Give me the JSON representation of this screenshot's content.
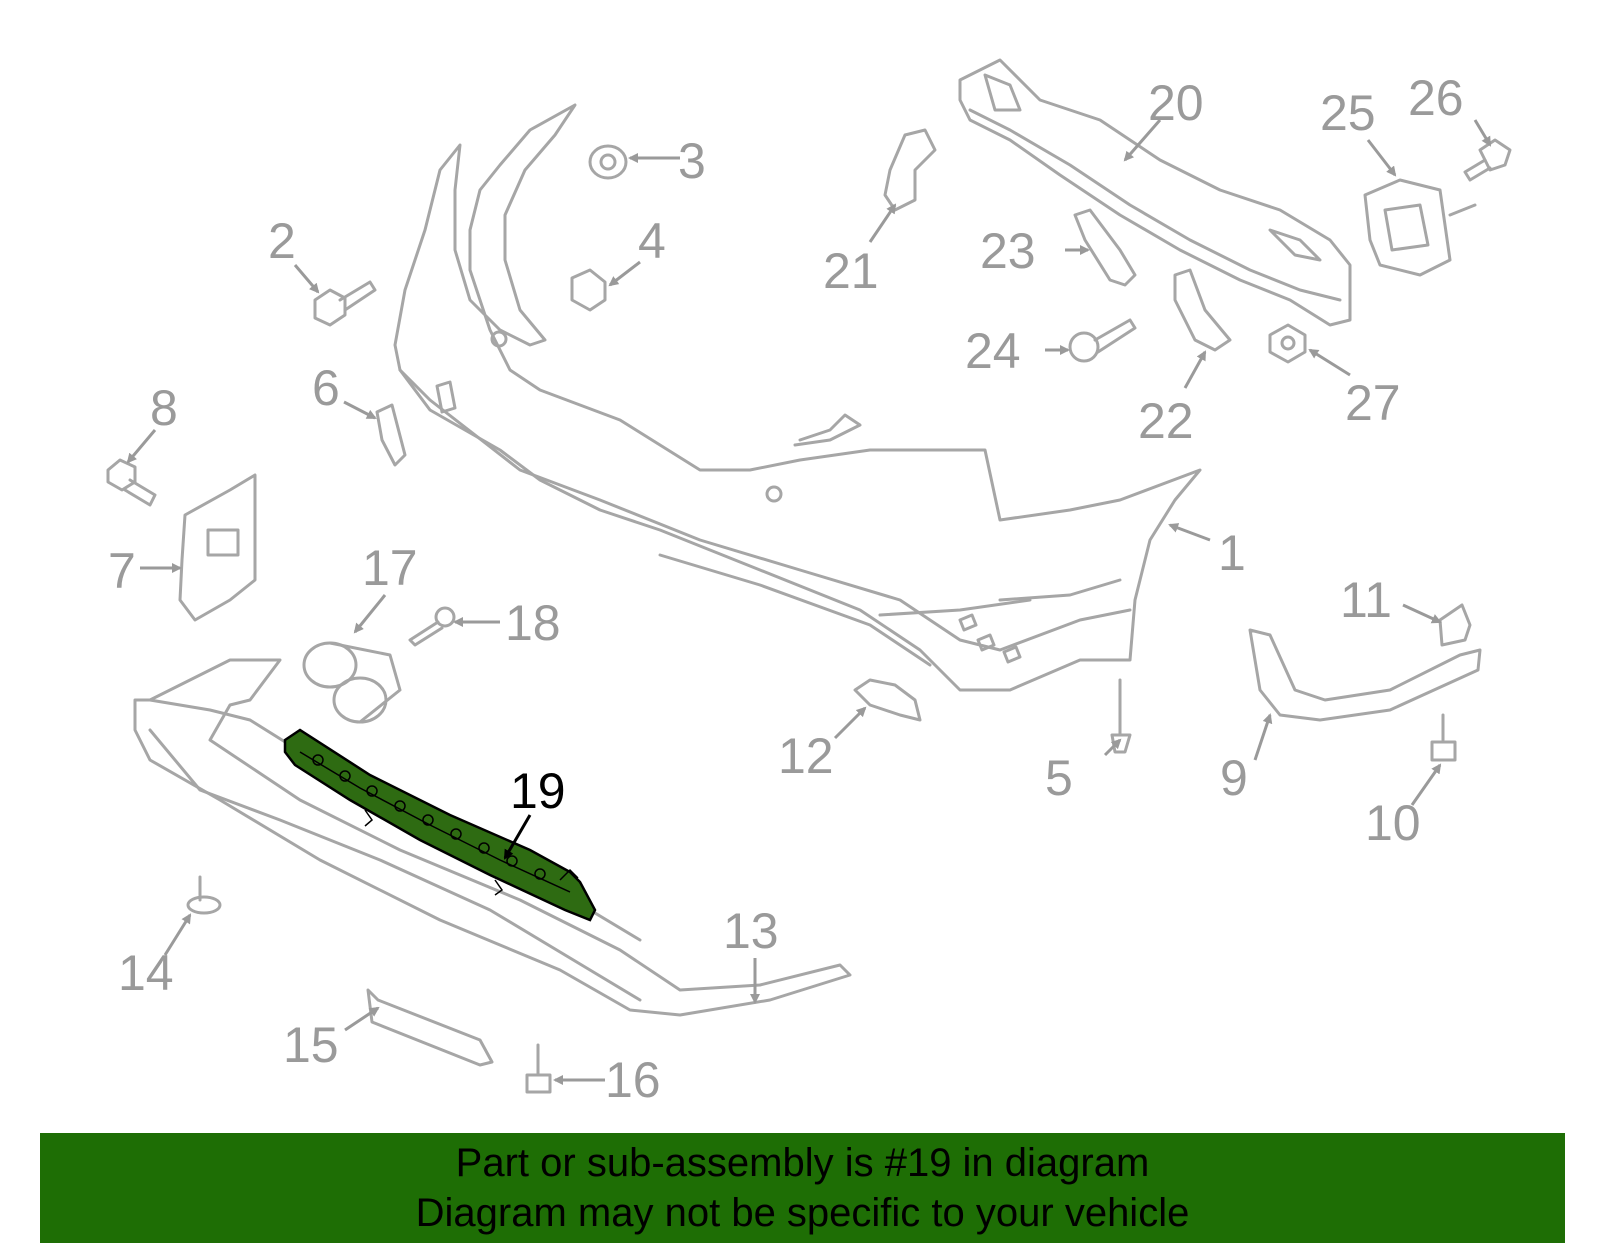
{
  "diagram": {
    "highlighted_part": "19",
    "highlight_color": "#2e6b12",
    "labels": {
      "p1": "1",
      "p2": "2",
      "p3": "3",
      "p4": "4",
      "p5": "5",
      "p6": "6",
      "p7": "7",
      "p8": "8",
      "p9": "9",
      "p10": "10",
      "p11": "11",
      "p12": "12",
      "p13": "13",
      "p14": "14",
      "p15": "15",
      "p16": "16",
      "p17": "17",
      "p18": "18",
      "p19": "19",
      "p20": "20",
      "p21": "21",
      "p22": "22",
      "p23": "23",
      "p24": "24",
      "p25": "25",
      "p26": "26",
      "p27": "27"
    }
  },
  "banner": {
    "background": "#1e6e05",
    "line1": "Part or sub-assembly is #19 in diagram",
    "line2": "Diagram may not be specific to your vehicle"
  }
}
